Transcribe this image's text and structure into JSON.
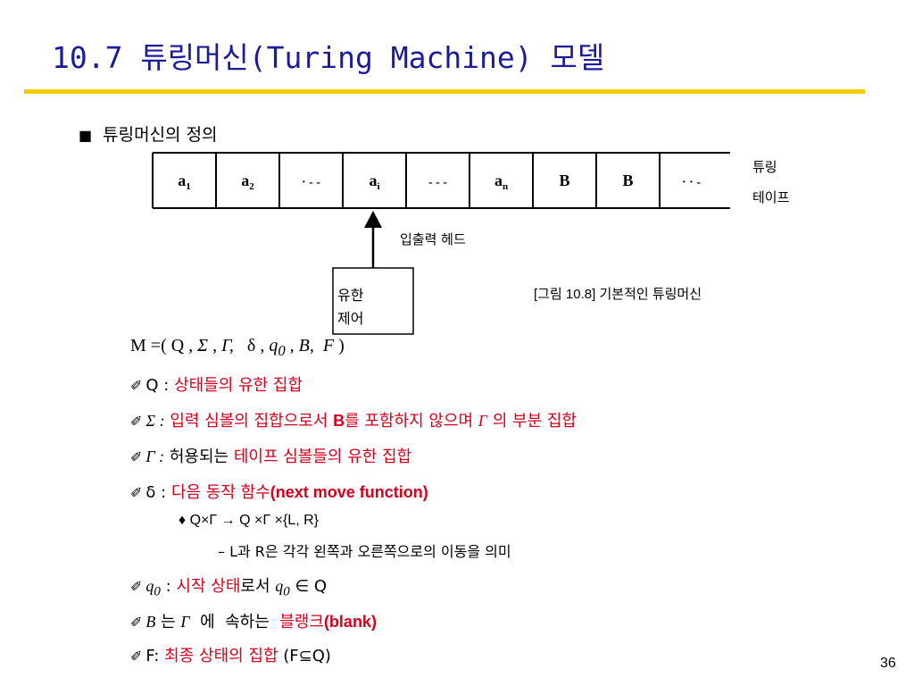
{
  "slide": {
    "title": "10.7 튜링머신(Turing Machine) 모델",
    "section_title": "튜링머신의 정의",
    "page_number": "36"
  },
  "diagram": {
    "tape_cells": [
      {
        "main": "a",
        "sub": "1"
      },
      {
        "main": "a",
        "sub": "2"
      },
      {
        "main": "· - -",
        "sub": ""
      },
      {
        "main": "a",
        "sub": "i"
      },
      {
        "main": "- - -",
        "sub": ""
      },
      {
        "main": "a",
        "sub": "n"
      },
      {
        "main": "B",
        "sub": ""
      },
      {
        "main": "B",
        "sub": ""
      },
      {
        "main": "· · -",
        "sub": ""
      }
    ],
    "tape_label_line1": "튜링",
    "tape_label_line2": "테이프",
    "head_label": "입출력 헤드",
    "control_line1": "유한",
    "control_line2": "제어",
    "caption": "[그림 10.8] 기본적인 튜링머신"
  },
  "definition": {
    "tuple": {
      "prefix": "M =( Q , ",
      "sigma": "Σ",
      "sep1": " , ",
      "gamma": "Γ,",
      "delta": "   δ , ",
      "q": "q",
      "q_sub": "0",
      "rest": " , B,  F",
      "close": " )"
    },
    "items": [
      {
        "symbol": "Q :",
        "text": "상태들의 유한 집합"
      },
      {
        "symbol": "Σ :",
        "text1": "입력 심볼의 집합으로서 ",
        "bold": "B",
        "text2": "를 포함하지 않으며 ",
        "gamma": "Γ",
        "text3": " 의 부분 집합"
      },
      {
        "symbol": "Γ :",
        "plain": "허용되는 ",
        "text": "테이프 심볼들의 유한 집합"
      },
      {
        "symbol": "δ :",
        "text": "다음 동작 함수",
        "bold": "(next move function)"
      },
      {
        "symbol_q": "q",
        "symbol_sub": "0",
        "colon": " : ",
        "red": "시작 상태",
        "plain": "로서 ",
        "q": "q",
        "q_sub": "0",
        "tail": " ∈ Q"
      },
      {
        "symbol": "B",
        "plain1": " 는 ",
        "gamma": "Γ",
        "plain2": "  에  속하는  ",
        "red": "블랭크",
        "bold": "(blank)"
      },
      {
        "symbol": "F:",
        "red": "최종 상태의 집합",
        "plain": " (F⊆Q)"
      }
    ],
    "delta_detail": {
      "diamond": "♦",
      "formula": " Q×Γ → Q ×Γ ×{L, R}"
    },
    "lr_meaning": "–  L과  R은 각각 왼쪽과 오른쪽으로의 이동을 의미"
  },
  "icons": {
    "bullet": "square-bullet-icon",
    "item_marker": "pencil-bullet-icon"
  },
  "colors": {
    "title": "#1c1c9a",
    "rule": "#f2cc00",
    "emphasis": "#d6001c"
  }
}
